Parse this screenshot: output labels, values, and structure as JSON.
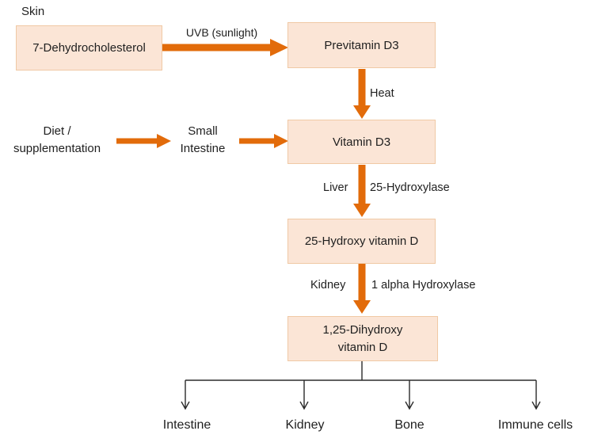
{
  "colors": {
    "box_fill": "#fbe5d6",
    "box_border": "#f0c9a5",
    "arrow_orange": "#e26b0a",
    "line_black": "#2b2b2b",
    "text": "#1f1f1f"
  },
  "diagram": {
    "region_label": "Skin",
    "boxes": {
      "dehydrocholesterol": "7-Dehydrocholesterol",
      "previtamin_d3": "Previtamin D3",
      "vitamin_d3": "Vitamin D3",
      "hydroxy_25": "25-Hydroxy vitamin D",
      "dihydroxy_125": {
        "line1": "1,25-Dihydroxy",
        "line2": "vitamin D"
      }
    },
    "arrow_labels": {
      "uvb": "UVB (sunlight)",
      "heat": "Heat",
      "liver": "Liver",
      "hydroxylase_25": "25-Hydroxylase",
      "kidney": "Kidney",
      "alpha_hydroxylase": "1 alpha Hydroxylase"
    },
    "sources": {
      "diet": {
        "line1": "Diet /",
        "line2": "supplementation"
      },
      "small_intestine": {
        "line1": "Small",
        "line2": "Intestine"
      }
    },
    "targets": [
      "Intestine",
      "Kidney",
      "Bone",
      "Immune cells"
    ]
  }
}
